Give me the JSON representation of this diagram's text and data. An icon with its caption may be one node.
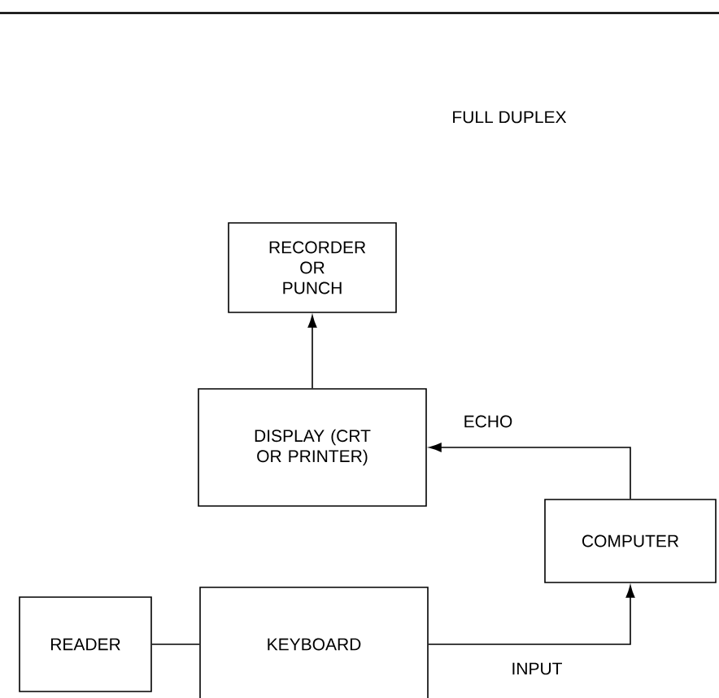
{
  "diagram": {
    "title": "FULL DUPLEX",
    "nodes": [
      {
        "text": [
          "RECORDER OR PUNCH"
        ]
      },
      {
        "text": [
          "DISPLAY (CRT OR PRINTER)"
        ]
      },
      {
        "text": [
          "COMPUTER"
        ]
      },
      {
        "text": [
          "READER"
        ]
      },
      {
        "text": [
          "KEYBOARD"
        ]
      }
    ],
    "edges": [
      {
        "from": 1,
        "to": 0,
        "arrow": "to"
      },
      {
        "from": 2,
        "to": 1,
        "arrow": "to",
        "label": "ECHO"
      },
      {
        "from": 4,
        "to": 2,
        "arrow": "to",
        "label": "INPUT"
      },
      {
        "from": 3,
        "to": 4,
        "arrow": "none"
      }
    ]
  }
}
